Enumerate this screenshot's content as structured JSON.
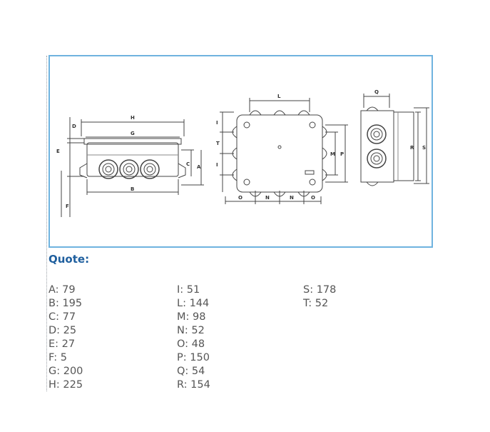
{
  "heading": "Quote:",
  "diagram": {
    "side_view_labels": [
      "H",
      "G",
      "B",
      "D",
      "E",
      "F",
      "C",
      "A"
    ],
    "front_view_labels": [
      "L",
      "I",
      "T",
      "I",
      "M",
      "P",
      "O",
      "N",
      "N",
      "O"
    ],
    "end_view_labels": [
      "Q",
      "R",
      "S"
    ]
  },
  "quote_columns": [
    [
      {
        "text": "A: 79"
      },
      {
        "text": "B: 195"
      },
      {
        "text": "C: 77"
      },
      {
        "text": "D: 25"
      },
      {
        "text": "E: 27"
      },
      {
        "text": "F: 5"
      },
      {
        "text": "G: 200"
      },
      {
        "text": "H: 225"
      }
    ],
    [
      {
        "text": "I: 51"
      },
      {
        "text": "L: 144"
      },
      {
        "text": "M: 98"
      },
      {
        "text": "N: 52"
      },
      {
        "text": "O: 48"
      },
      {
        "text": "P: 150"
      },
      {
        "text": "Q: 54"
      },
      {
        "text": "R: 154"
      }
    ],
    [
      {
        "text": "S: 178"
      },
      {
        "text": "T: 52"
      }
    ]
  ]
}
